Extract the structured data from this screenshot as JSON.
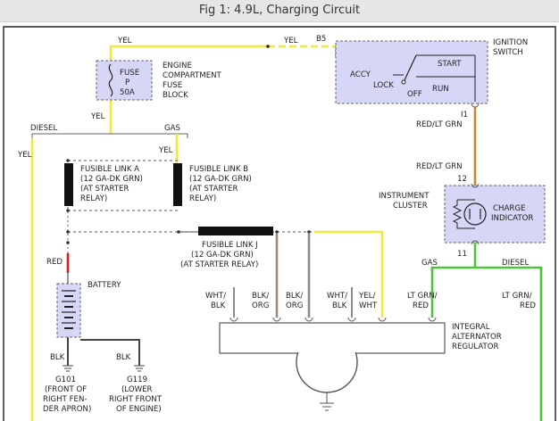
{
  "title": "Fig 1: 4.9L, Charging Circuit",
  "wire_labels": {
    "yel_top_left": "YEL",
    "yel_top_right": "YEL",
    "b5": "B5",
    "yel_below_fuse": "YEL",
    "diesel_left": "DIESEL",
    "gas_left": "GAS",
    "yel_far_left": "YEL",
    "yel_fl_b": "YEL",
    "i1": "I1",
    "red_lt_grn_top": "RED/LT GRN",
    "red_lt_grn_mid": "RED/LT GRN",
    "pin_12": "12",
    "pin_11": "11",
    "gas_right": "GAS",
    "diesel_right": "DIESEL",
    "red": "RED",
    "blk_left": "BLK",
    "blk_right": "BLK"
  },
  "fuse": {
    "line1": "FUSE",
    "line2": "P",
    "line3": "50A"
  },
  "fuse_block": {
    "line1": "ENGINE",
    "line2": "COMPARTMENT",
    "line3": "FUSE",
    "line4": "BLOCK"
  },
  "ignition_switch": {
    "label1": "IGNITION",
    "label2": "SWITCH",
    "accy": "ACCY",
    "lock": "LOCK",
    "off": "OFF",
    "start": "START",
    "run": "RUN"
  },
  "fusible_link_a": {
    "line1": "FUSIBLE LINK A",
    "line2": "(12 GA-DK GRN)",
    "line3": "(AT STARTER",
    "line4": "RELAY)"
  },
  "fusible_link_b": {
    "line1": "FUSIBLE LINK B",
    "line2": "(12 GA-DK GRN)",
    "line3": "(AT STARTER",
    "line4": "RELAY)"
  },
  "fusible_link_j": {
    "line1": "FUSIBLE LINK J",
    "line2": "(12 GA-DK GRN)",
    "line3": "(AT STARTER RELAY)"
  },
  "instrument_cluster": {
    "line1": "INSTRUMENT",
    "line2": "CLUSTER",
    "charge1": "CHARGE",
    "charge2": "INDICATOR"
  },
  "battery": "BATTERY",
  "alternator_wires": {
    "w1a": "WHT/",
    "w1b": "BLK",
    "w2a": "BLK/",
    "w2b": "ORG",
    "w3a": "BLK/",
    "w3b": "ORG",
    "w4a": "WHT/",
    "w4b": "BLK",
    "w5a": "YEL/",
    "w5b": "WHT",
    "w6a": "LT GRN/",
    "w6b": "RED",
    "w7a": "LT GRN/",
    "w7b": "RED"
  },
  "regulator": {
    "line1": "INTEGRAL",
    "line2": "ALTERNATOR",
    "line3": "REGULATOR"
  },
  "ground_g101": {
    "line1": "G101",
    "line2": "(FRONT OF",
    "line3": "RIGHT FEN-",
    "line4": "DER APRON)"
  },
  "ground_g119": {
    "line1": "G119",
    "line2": "(LOWER",
    "line3": "RIGHT FRONT",
    "line4": "OF ENGINE)"
  },
  "colors": {
    "yellow_wire": "#f0ea3c",
    "gray_wire": "#8c8c8c",
    "tan_wire": "#a28870",
    "green_wire": "#4ec43a",
    "red_wire": "#d42020",
    "orange_wire": "#c9882c",
    "component_fill": "#d6d6f6",
    "title_bar": "#e6e6e6"
  }
}
